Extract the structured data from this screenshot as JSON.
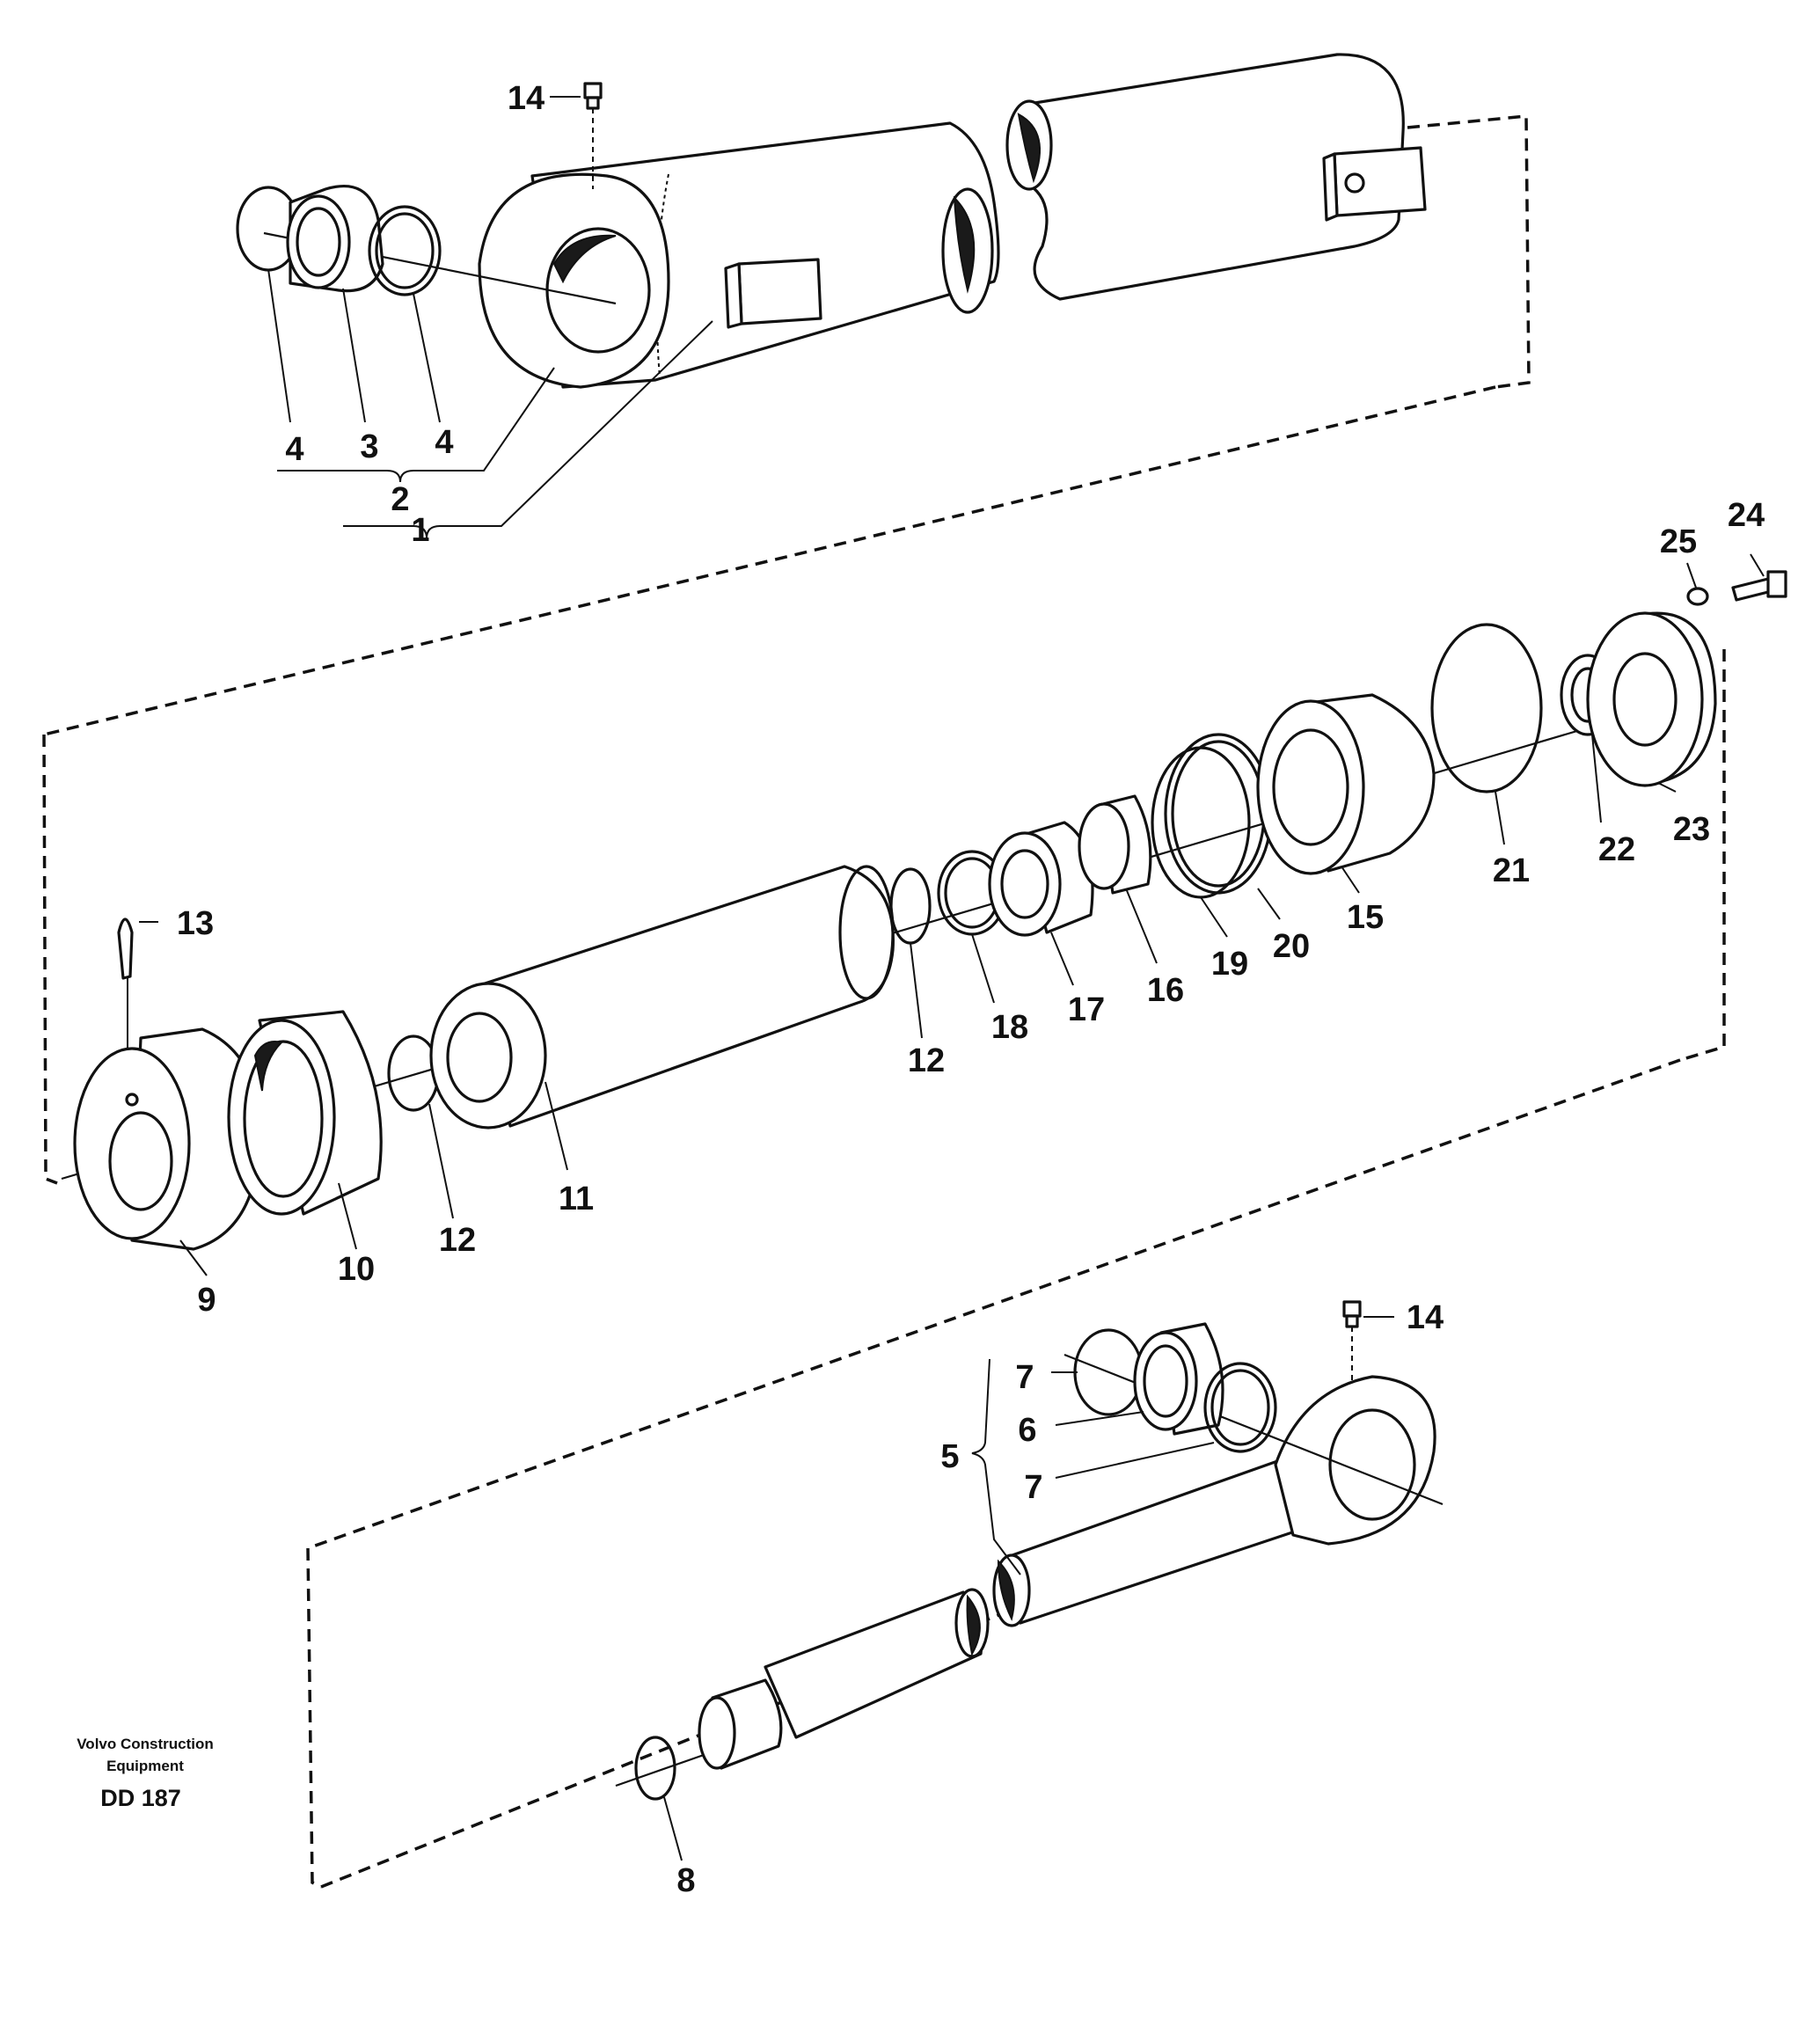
{
  "callouts": [
    {
      "id": "c1",
      "text": "1"
    },
    {
      "id": "c2",
      "text": "2"
    },
    {
      "id": "c3",
      "text": "3"
    },
    {
      "id": "c4a",
      "text": "4"
    },
    {
      "id": "c4b",
      "text": "4"
    },
    {
      "id": "c5",
      "text": "5"
    },
    {
      "id": "c6",
      "text": "6"
    },
    {
      "id": "c7a",
      "text": "7"
    },
    {
      "id": "c7b",
      "text": "7"
    },
    {
      "id": "c8",
      "text": "8"
    },
    {
      "id": "c9",
      "text": "9"
    },
    {
      "id": "c10",
      "text": "10"
    },
    {
      "id": "c11",
      "text": "11"
    },
    {
      "id": "c12a",
      "text": "12"
    },
    {
      "id": "c12b",
      "text": "12"
    },
    {
      "id": "c13",
      "text": "13"
    },
    {
      "id": "c14a",
      "text": "14"
    },
    {
      "id": "c14b",
      "text": "14"
    },
    {
      "id": "c15",
      "text": "15"
    },
    {
      "id": "c16",
      "text": "16"
    },
    {
      "id": "c17",
      "text": "17"
    },
    {
      "id": "c18",
      "text": "18"
    },
    {
      "id": "c19",
      "text": "19"
    },
    {
      "id": "c20",
      "text": "20"
    },
    {
      "id": "c21",
      "text": "21"
    },
    {
      "id": "c22",
      "text": "22"
    },
    {
      "id": "c23",
      "text": "23"
    },
    {
      "id": "c24",
      "text": "24"
    },
    {
      "id": "c25",
      "text": "25"
    }
  ],
  "footer": {
    "brand_line1": "Volvo Construction",
    "brand_line2": "Equipment",
    "drawing_code": "DD 187"
  }
}
